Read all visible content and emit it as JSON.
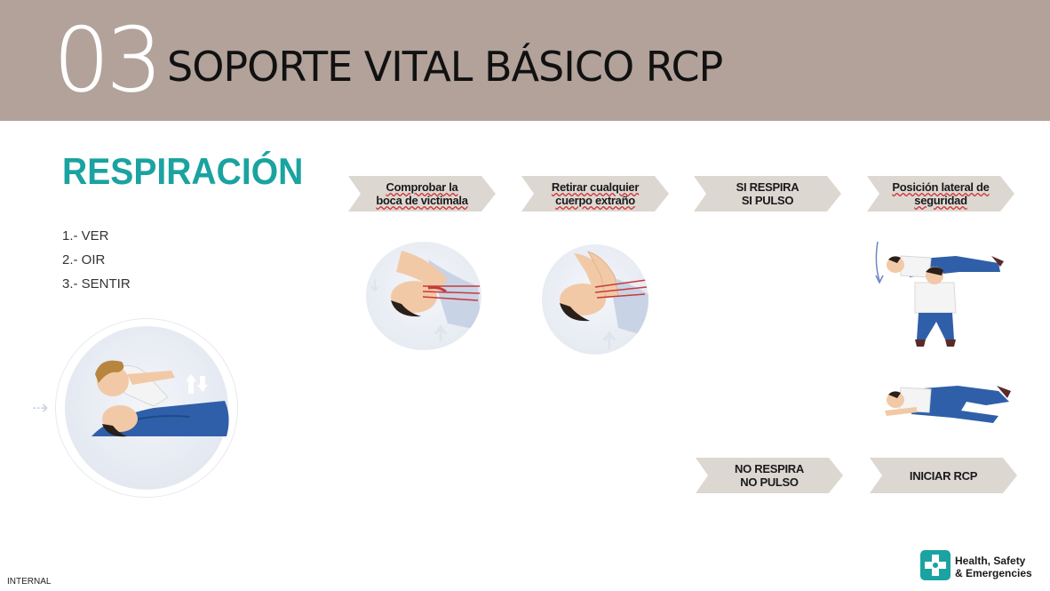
{
  "header": {
    "number": "03",
    "title": "SOPORTE VITAL BÁSICO RCP"
  },
  "section": {
    "title": "RESPIRACIÓN",
    "steps": [
      "1.- VER",
      "2.- OIR",
      "3.- SENTIR"
    ]
  },
  "flow": {
    "check_mouth": "Comprobar la\nboca de victimala",
    "remove_object": "Retirar cualquier\ncuerpo extraño",
    "breathing_pulse": "SI RESPIRA\nSI PULSO",
    "lateral_position": "Posición lateral de\nseguridad",
    "no_breathing": "NO RESPIRA\nNO PULSO",
    "start_cpr": "INICIAR RCP"
  },
  "footer": {
    "classification": "INTERNAL",
    "brand": "Health, Safety\n& Emergencies"
  },
  "colors": {
    "header_bg": "#b2a29a",
    "accent": "#1aa3a0",
    "chevron": "#ddd7d2",
    "shirt": "#2f5fa8",
    "skin": "#f2c9a6",
    "hair": "#2b1f1a"
  }
}
